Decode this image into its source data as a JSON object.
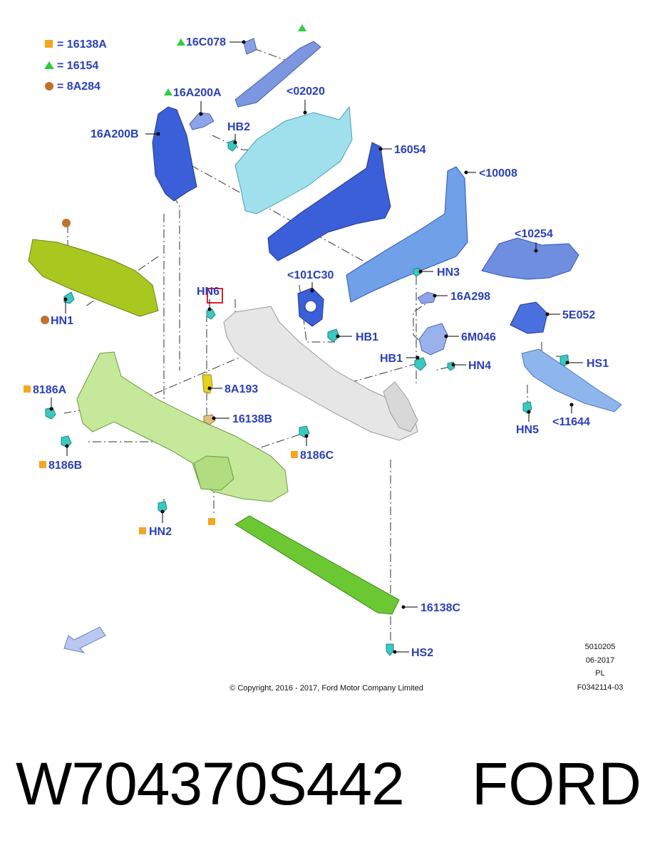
{
  "legend": [
    {
      "shape": "square",
      "color": "#f5a623",
      "label": "= 16138A"
    },
    {
      "shape": "triangle",
      "color": "#2ecc40",
      "label": "= 16154"
    },
    {
      "shape": "circle",
      "color": "#c0712a",
      "label": "= 8A284"
    }
  ],
  "callouts": {
    "p16C078": "16C078",
    "p16A200A": "16A200A",
    "p02020": "<02020",
    "p16A200B": "16A200B",
    "pHB2": "HB2",
    "p16054": "16054",
    "p10008": "<10008",
    "p10254": "<10254",
    "pHN6": "HN6",
    "p101C30": "<101C30",
    "pHN3": "HN3",
    "p16A298": "16A298",
    "pHN1": "HN1",
    "p5E052": "5E052",
    "pHB1a": "HB1",
    "p6M046": "6M046",
    "pHB1b": "HB1",
    "pHN4": "HN4",
    "pHS1": "HS1",
    "p8186A": "8186A",
    "p8A193": "8A193",
    "p16138B": "16138B",
    "pHN5": "HN5",
    "p11644": "<11644",
    "p8186C": "8186C",
    "p8186B": "8186B",
    "pHN2": "HN2",
    "p16138C": "16138C",
    "pHS2": "HS2"
  },
  "info_block": [
    "5010205",
    "06-2017",
    "PL",
    "F0342114-03"
  ],
  "copyright": "© Copyright, 2016 - 2017, Ford Motor Company Limited",
  "footer": {
    "part_number": "W704370S442",
    "brand": "FORD"
  },
  "colors": {
    "callout_text": "#2a3fb8",
    "cyan_part": "#9fe0ec",
    "blue_part": "#3a5fd8",
    "light_blue_part": "#6fa0e8",
    "green_frame": "#c6e89a",
    "lime_part": "#a8c820",
    "bright_green_part": "#6cc832",
    "grey_bumper": "#e6e6e6",
    "highlight_box": "#e0202a"
  }
}
